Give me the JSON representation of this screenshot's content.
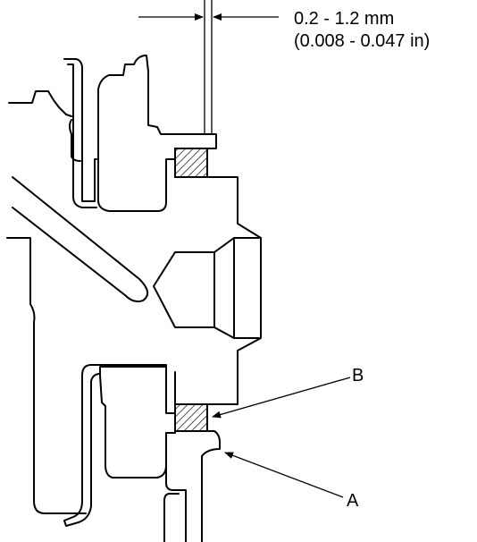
{
  "dimension": {
    "metric": "0.2 - 1.2 mm",
    "imperial": "(0.008 - 0.047 in)"
  },
  "callouts": {
    "b": "B",
    "a": "A"
  },
  "colors": {
    "line": "#000000",
    "background": "#ffffff"
  }
}
